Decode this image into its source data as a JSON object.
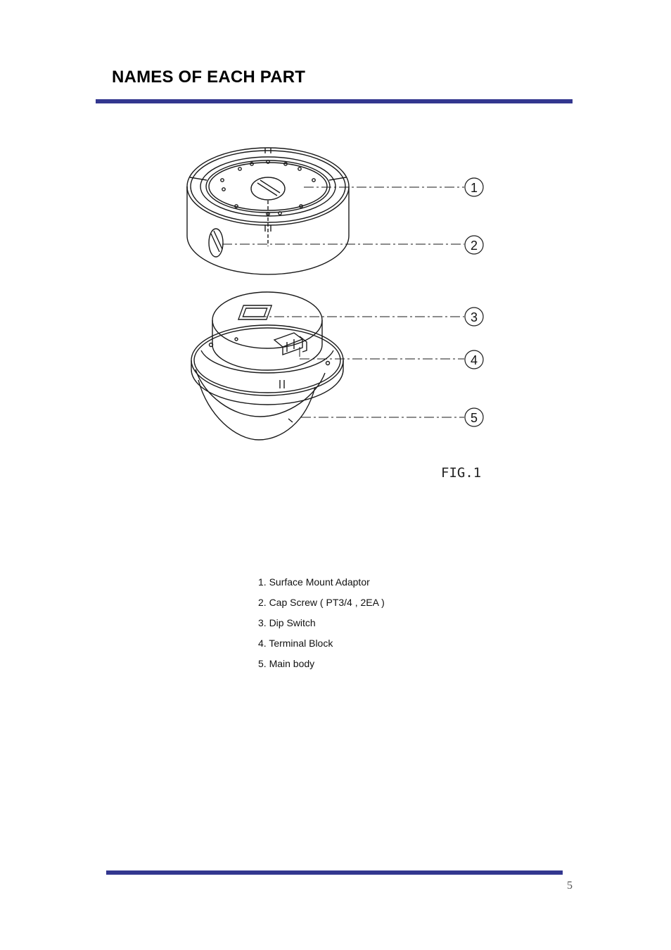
{
  "page": {
    "title": "NAMES OF EACH PART",
    "page_number": "5",
    "rule_color": "#33378f"
  },
  "figure": {
    "caption": "FIG.1",
    "callouts": [
      "1",
      "2",
      "3",
      "4",
      "5"
    ]
  },
  "parts": [
    "1. Surface Mount Adaptor",
    "2. Cap Screw ( PT3/4 , 2EA )",
    "3. Dip Switch",
    "4. Terminal Block",
    "5. Main body"
  ]
}
